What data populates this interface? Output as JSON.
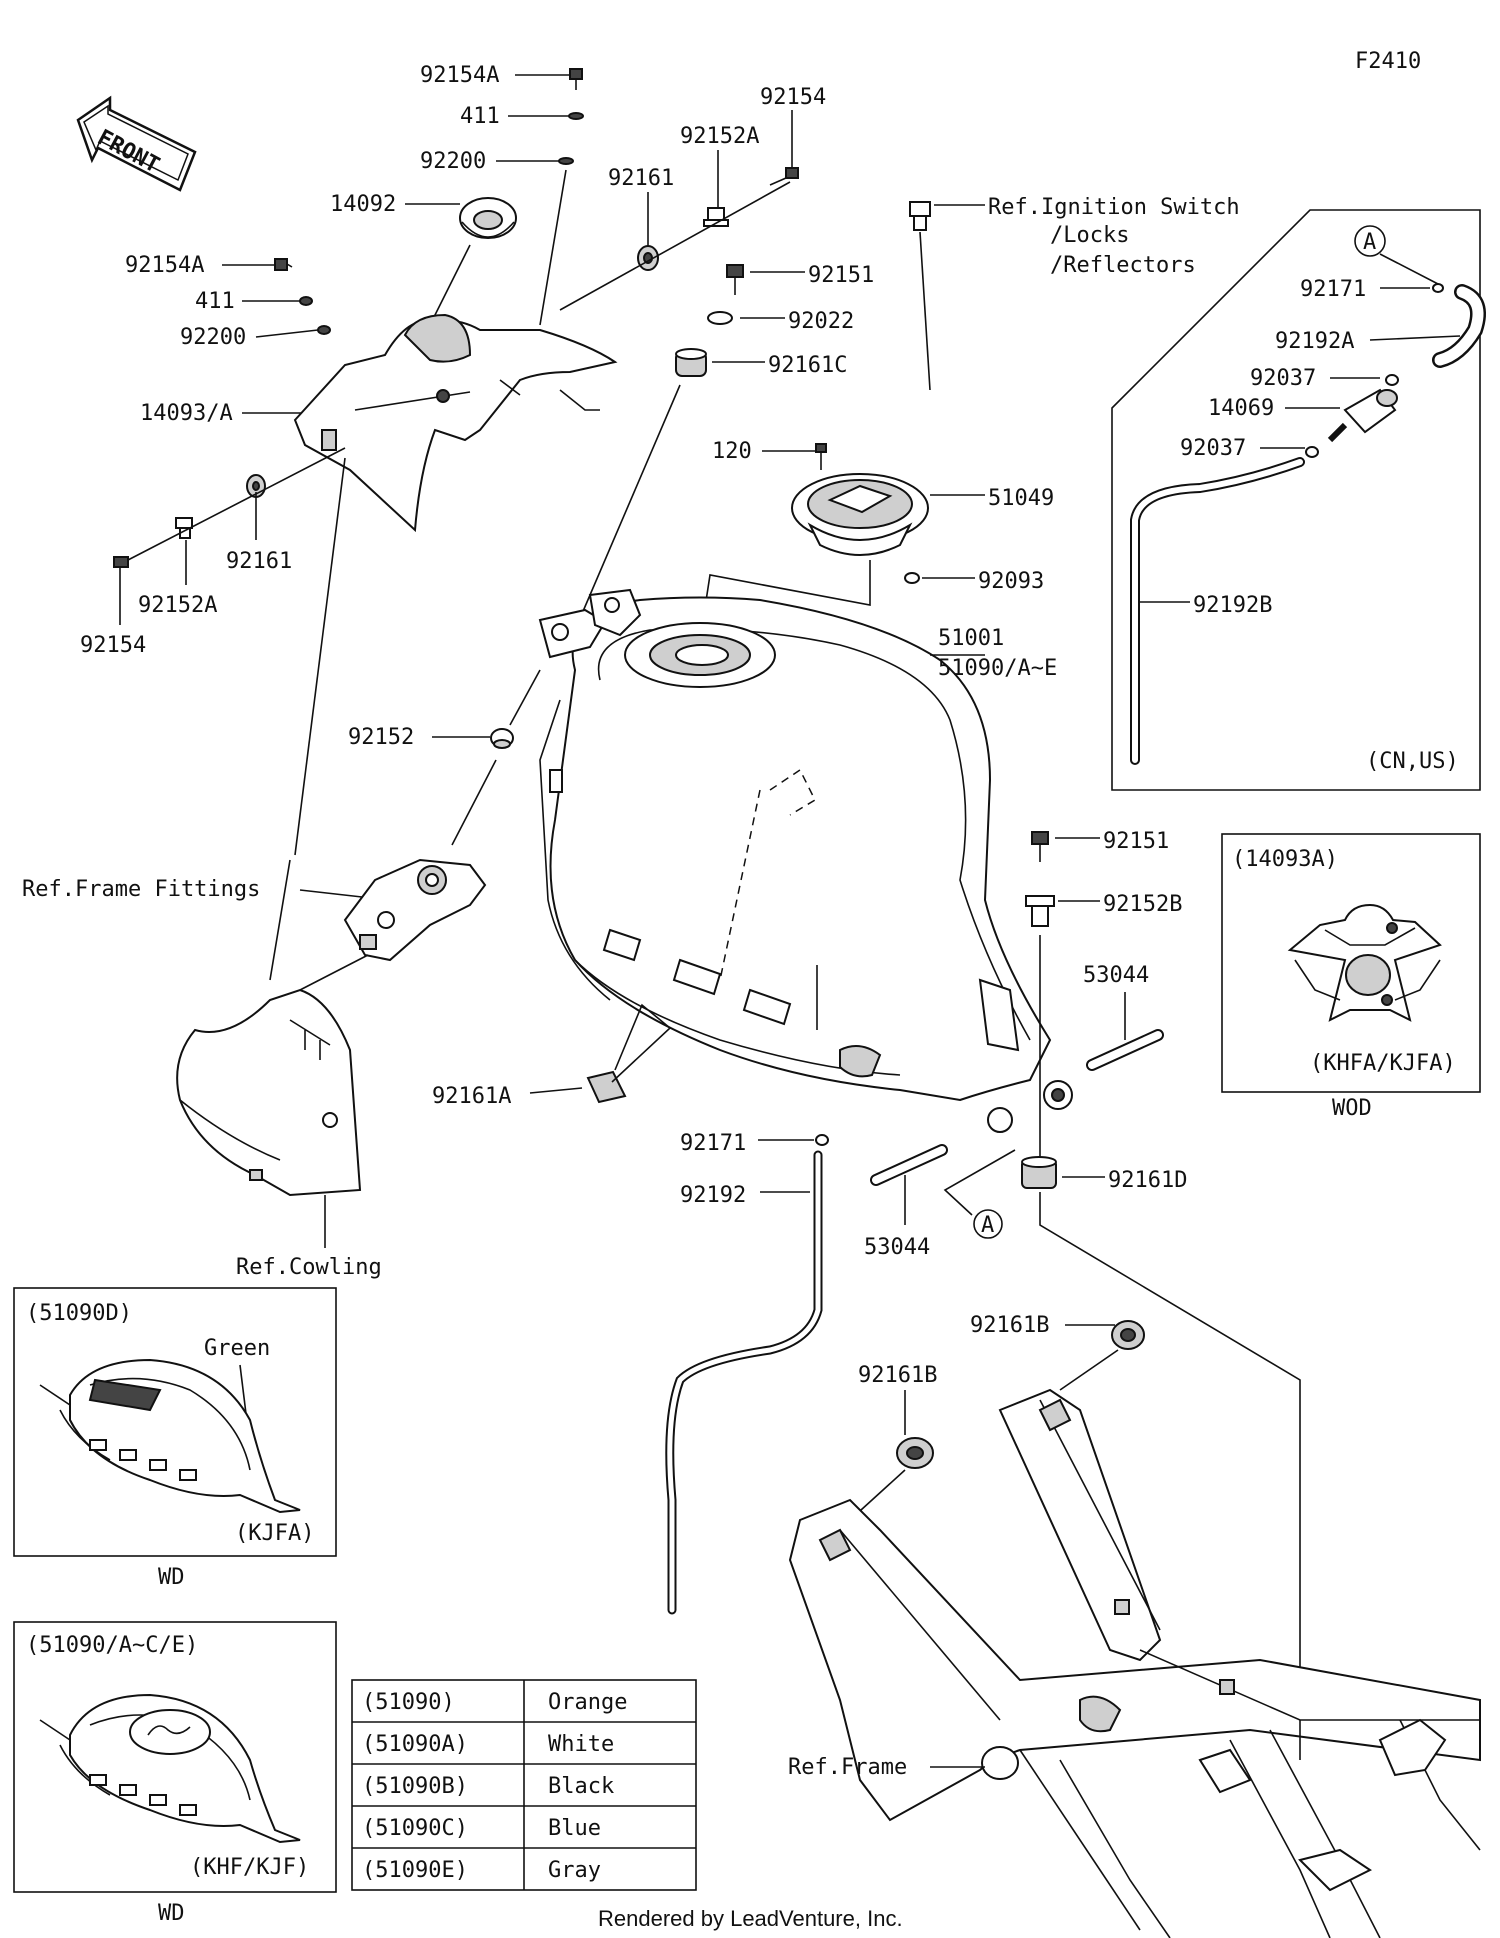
{
  "diagram_code": "F2410",
  "front_arrow": "FRONT",
  "labels": {
    "p92154A_top": "92154A",
    "p411_top": "411",
    "p92200_top": "92200",
    "p14092": "14092",
    "p92154_top": "92154",
    "p92152A_top": "92152A",
    "p92161_top": "92161",
    "ref_ignition": "Ref.Ignition Switch",
    "ref_locks": "/Locks",
    "ref_reflectors": "/Reflectors",
    "p92154A_left": "92154A",
    "p411_left": "411",
    "p92200_left": "92200",
    "p14093A": "14093/A",
    "p92151_top": "92151",
    "p92022": "92022",
    "p92161C": "92161C",
    "p120": "120",
    "p51049": "51049",
    "p92093": "92093",
    "p51001": "51001",
    "p51090": "51090/A~E",
    "p92161_left": "92161",
    "p92152A_left": "92152A",
    "p92154_left": "92154",
    "p92152": "92152",
    "ref_frame_fittings": "Ref.Frame Fittings",
    "p92161A": "92161A",
    "ref_cowling": "Ref.Cowling",
    "p92171_mid": "92171",
    "p92192": "92192",
    "p53044_bottom": "53044",
    "p53044_right": "53044",
    "p92161D": "92161D",
    "p92151_right": "92151",
    "p92152B": "92152B",
    "p92161B_right": "92161B",
    "p92161B_left": "92161B",
    "ref_frame": "Ref.Frame",
    "callout_a": "A",
    "callout_a_box": "A",
    "p92171_box": "92171",
    "p92192A": "92192A",
    "p92037_a": "92037",
    "p14069": "14069",
    "p92037_b": "92037",
    "p92192B": "92192B",
    "cn_us": "(CN,US)"
  },
  "inset_14093a": {
    "title": "(14093A)",
    "variant": "(KHFA/KJFA)",
    "caption": "WOD"
  },
  "inset_51090d": {
    "title": "(51090D)",
    "color_label": "Green",
    "variant": "(KJFA)",
    "caption": "WD"
  },
  "inset_51090ace": {
    "title": "(51090/A~C/E)",
    "variant": "(KHF/KJF)",
    "caption": "WD"
  },
  "color_table": [
    {
      "code": "(51090)",
      "color": "Orange"
    },
    {
      "code": "(51090A)",
      "color": "White"
    },
    {
      "code": "(51090B)",
      "color": "Black"
    },
    {
      "code": "(51090C)",
      "color": "Blue"
    },
    {
      "code": "(51090E)",
      "color": "Gray"
    }
  ],
  "credit": "Rendered by LeadVenture, Inc."
}
